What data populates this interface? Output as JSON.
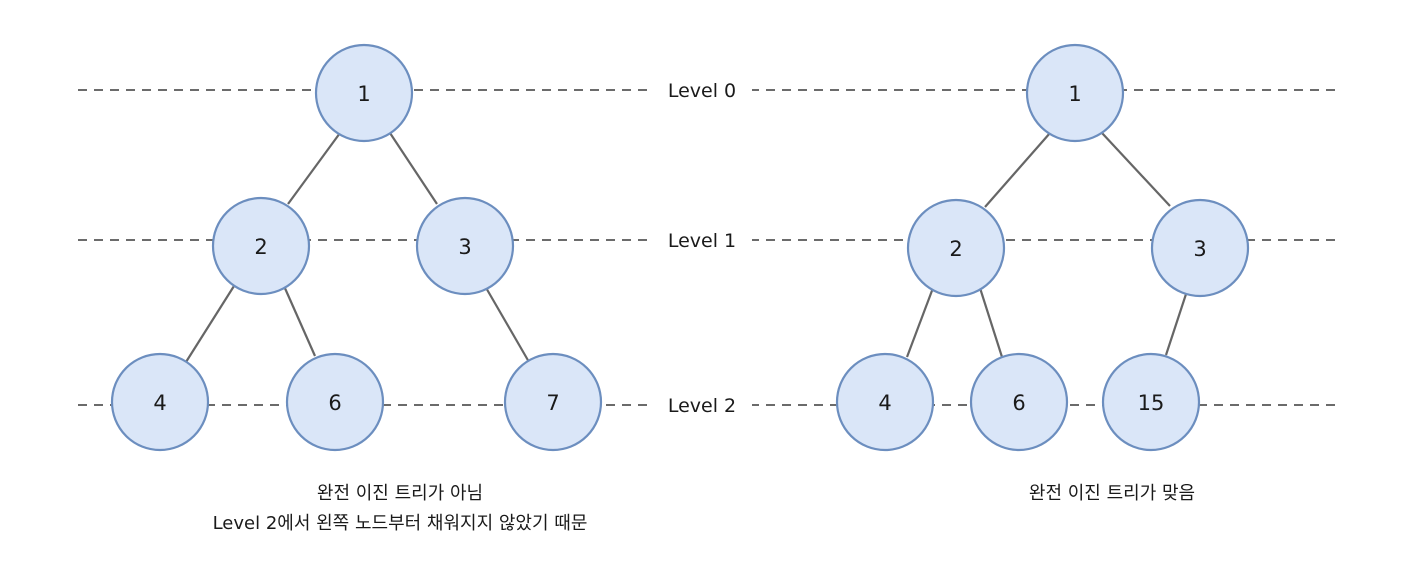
{
  "levels": {
    "l0": "Level 0",
    "l1": "Level 1",
    "l2": "Level 2"
  },
  "left_tree": {
    "nodes": {
      "n1": "1",
      "n2": "2",
      "n3": "3",
      "n4": "4",
      "n6": "6",
      "n7": "7"
    },
    "caption_line1": "완전 이진 트리가 아님",
    "caption_line2": "Level 2에서 왼쪽 노드부터 채워지지 않았기 때문"
  },
  "right_tree": {
    "nodes": {
      "n1": "1",
      "n2": "2",
      "n3": "3",
      "n4": "4",
      "n6": "6",
      "n15": "15"
    },
    "caption_line1": "완전 이진 트리가 맞음"
  },
  "colors": {
    "node_fill": "#dae6f8",
    "node_stroke": "#6c8ebf",
    "edge": "#666666",
    "dashed_line": "#6b6b6b"
  }
}
